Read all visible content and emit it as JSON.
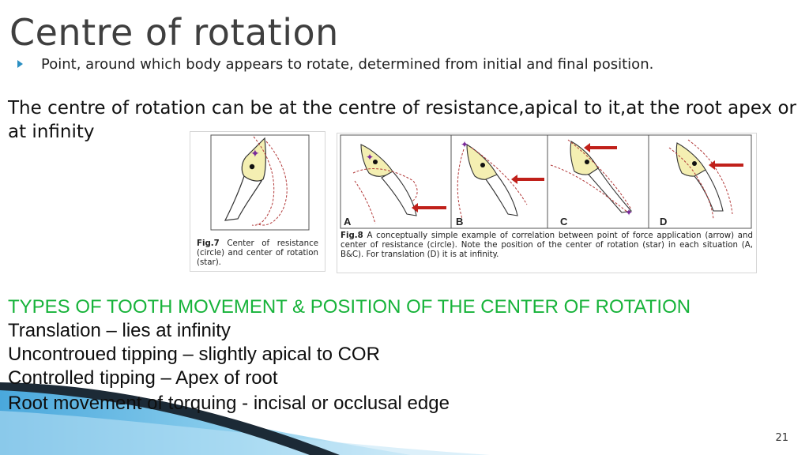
{
  "slide": {
    "title": "Centre of rotation",
    "bullet": "Point, around which body appears to rotate, determined from initial and final position.",
    "intro": "The centre of rotation can be at  the centre of resistance,apical to it,at the root apex or at infinity",
    "figures": {
      "fig7": {
        "label": "Fig.7",
        "caption": "Center of resistance (circle) and center of rotation (star)."
      },
      "fig8": {
        "label": "Fig.8",
        "caption": "A conceptually simple example of correlation between point of force application (arrow) and center of resistance (circle). Note the position of the center of rotation (star) in each situation (A, B&C). For translation (D) it is at infinity.",
        "panels": [
          "A",
          "B",
          "C",
          "D"
        ]
      }
    },
    "types": {
      "heading": "TYPES OF TOOTH MOVEMENT & POSITION OF THE CENTER OF ROTATION",
      "items": [
        "Translation – lies at infinity",
        "Uncontroued tipping – slightly apical to COR",
        "Controlled tipping – Apex of root",
        "Root movement of torquing  - incisal or occlusal edge"
      ]
    },
    "page_number": "21"
  },
  "colors": {
    "title": "#3f3f3f",
    "heading_green": "#17b33a",
    "bullet_blue": "#2b8fc2",
    "arrow_red": "#c0201a",
    "star_purple": "#7a2a9a",
    "crown_yellow": "#f4efb2",
    "wave_dark": "#1c2a36",
    "wave_blue": "#5ab3e0"
  }
}
